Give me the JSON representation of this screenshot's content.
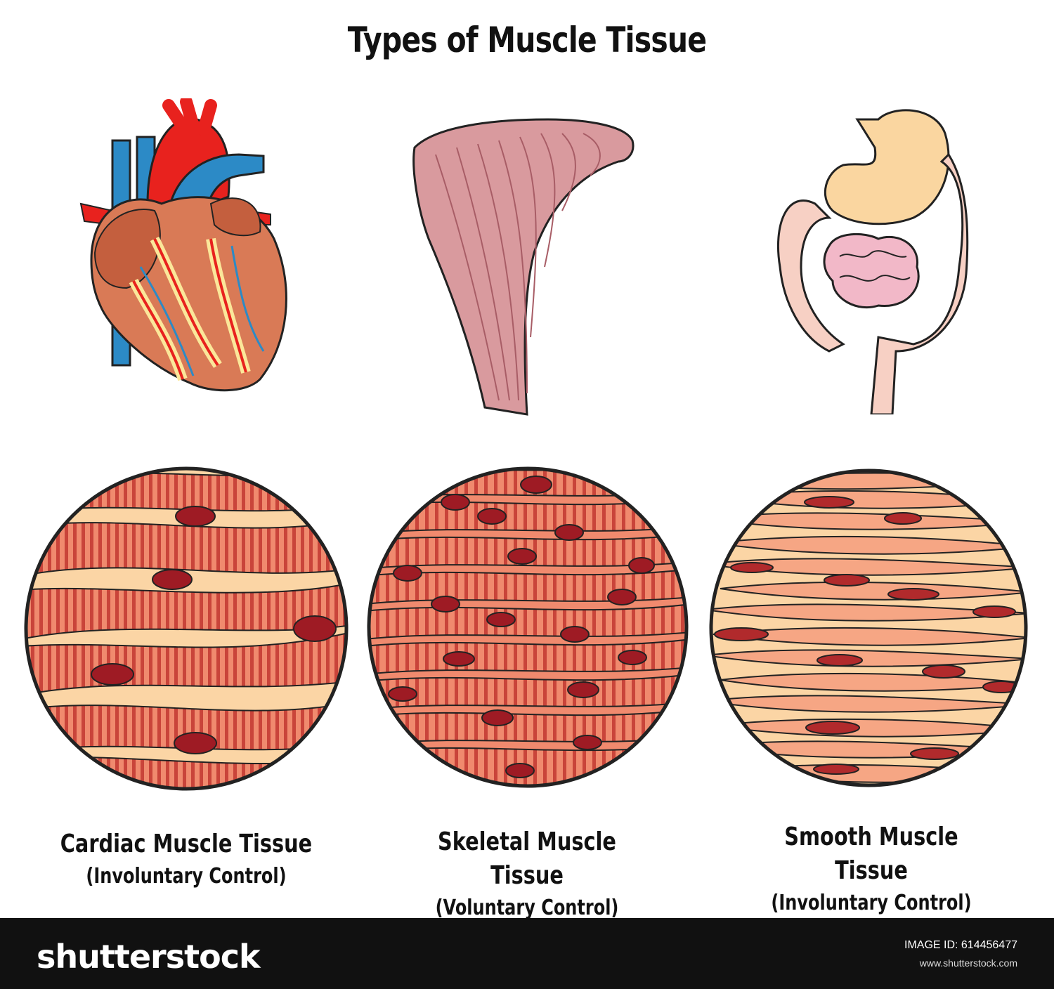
{
  "title": "Types of Muscle Tissue",
  "panels": [
    {
      "organ": "heart",
      "name": "Cardiac Muscle Tissue",
      "control": "(Involuntary Control)"
    },
    {
      "organ": "skeletal-muscle",
      "name": "Skeletal Muscle Tissue",
      "control": "(Voluntary Control)"
    },
    {
      "organ": "digestive-tract",
      "name": "Smooth Muscle Tissue",
      "control": "(Involuntary Control)"
    }
  ],
  "footer": {
    "logo": "shutterstock",
    "image_id_label": "IMAGE ID:",
    "image_id": "614456477",
    "site": "www.shutterstock.com"
  },
  "colors": {
    "cell_fill": "#f08a6e",
    "striation": "#c9443a",
    "nucleus": "#9e1b24",
    "matrix": "#fbd5a5",
    "smooth_cell": "#f6a684",
    "outline": "#222222"
  }
}
